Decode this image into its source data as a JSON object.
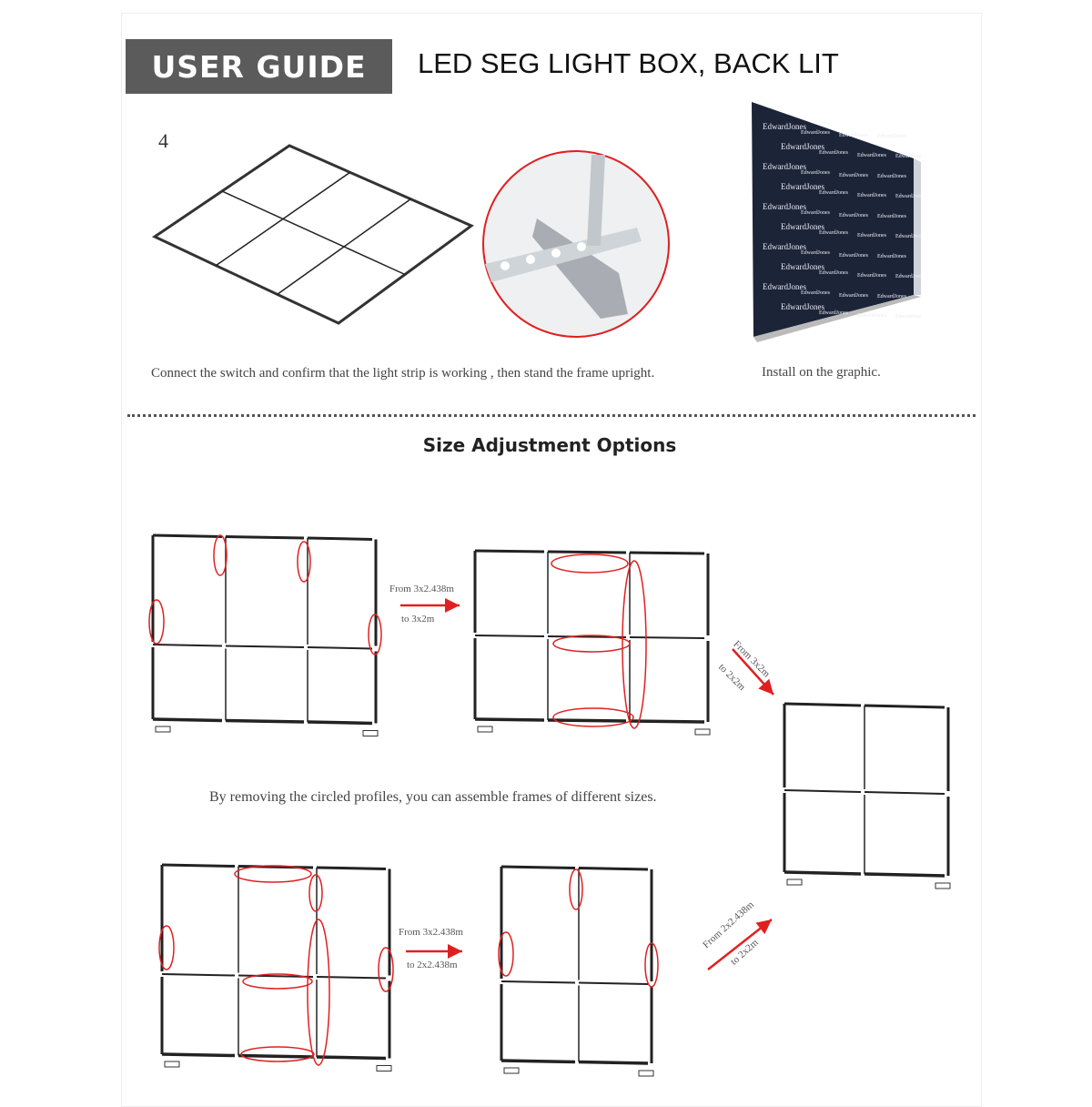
{
  "header": {
    "badge": "USER GUIDE",
    "title": "LED SEG LIGHT BOX, BACK LIT"
  },
  "step": {
    "number": "4",
    "caption_left": "Connect the switch and confirm that the light strip is working , then stand the frame upright.",
    "caption_right": "Install on the graphic."
  },
  "graphic": {
    "brand": "EdwardJones"
  },
  "section": {
    "heading": "Size Adjustment Options",
    "note": "By removing the circled profiles, you can assemble frames of different sizes."
  },
  "arrows": [
    {
      "from": "From 3x2.438m",
      "to": "to 3x2m"
    },
    {
      "from": "From 3x2m",
      "to": "to 2x2m"
    },
    {
      "from": "From 3x2.438m",
      "to": "to 2x2.438m"
    },
    {
      "from": "From 2x2.438m",
      "to": "to 2x2m"
    }
  ],
  "colors": {
    "accent": "#e02020",
    "badge": "#5b5b5b",
    "graphic_bg": "#1c2438"
  }
}
